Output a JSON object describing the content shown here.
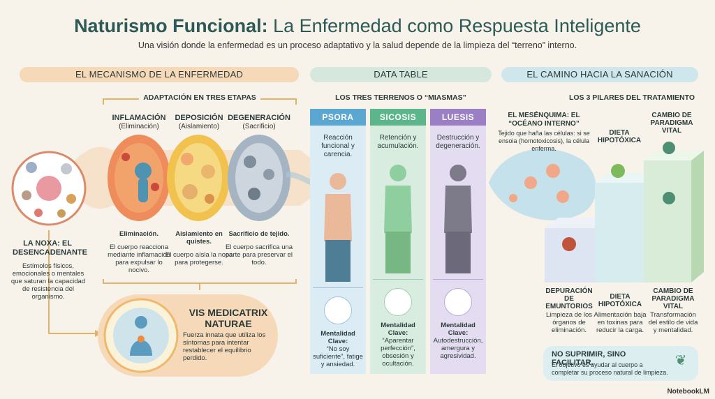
{
  "header": {
    "title_bold": "Naturismo Funcional:",
    "title_rest": " La Enfermedad como Respuesta Inteligente",
    "subtitle": "Una visión donde la enfermedad es un proceso adaptativo y la salud depende de la limpieza del “terreno” interno."
  },
  "sections": {
    "mechanism": "EL MECANISMO DE LA ENFERMEDAD",
    "table": "DATA TABLE",
    "healing": "EL CAMINO HACIA LA SANACIÓN"
  },
  "mechanism": {
    "stages_header": "ADAPTACIÓN EN TRES ETAPAS",
    "stages": [
      {
        "title": "INFLAMACIÓN",
        "sub": "(Eliminación)",
        "bold": "Eliminación.",
        "text": "El cuerpo reacciona mediante inflamación para expulsar lo nocivo."
      },
      {
        "title": "DEPOSICIÓN",
        "sub": "(Aislamiento)",
        "bold": "Aislamiento en quistes.",
        "text": "El cuerpo aísla la nosa para protegerse."
      },
      {
        "title": "DEGENERACIÓN",
        "sub": "(Sacrificio)",
        "bold": "Sacrificio de tejido.",
        "text": "El cuerpo sacrifica una parte para preservar el todo."
      }
    ],
    "noxa_title": "LA NOXA: EL DESENCADENANTE",
    "noxa_text": "Estímolos físicos, emocionales o mentales que saturan la capacidad de resistencia del organismo.",
    "vis_title": "VIS MEDICATRIX NATURAE",
    "vis_text": "Fuerza innata que utiliza los síntomas para intentar restablecer el equilibrio perdido."
  },
  "table": {
    "header": "LOS TRES TERRENOS O “MIASMAS”",
    "columns": [
      {
        "name": "PSORA",
        "color": "#5ba7d1",
        "desc": "Reacción funcional y carencia.",
        "mental_label": "Mentalidad Clave:",
        "mental": "“No soy suficiente”, fatige y ansiedad."
      },
      {
        "name": "SICOSIS",
        "color": "#5cb58b",
        "desc": "Retención y acumulación.",
        "mental_label": "Mentalidad Clave:",
        "mental": "“Aparentar perfección”, obsesión y ocultación."
      },
      {
        "name": "LUESIS",
        "color": "#9b7fc4",
        "desc": "Destrucción y degeneración.",
        "mental_label": "Mentalidad Clave:",
        "mental": "Autodestrucción, amergura y agresividad."
      }
    ]
  },
  "healing": {
    "pillars_header": "LOS 3 PILARES DEL TRATAMIENTO",
    "mesenquima_title": "EL MESÉNQUIMA: EL “OCÉANO INTERNO”",
    "mesenquima_text": "Tejido que haña las células: si se ensoia (homotoxicosis), la célula enferma.",
    "top_dieta": "DIETA HIPOTÓXICA",
    "top_cambio": "CAMBIO DE PARADIGMA VITAL",
    "pillars": [
      {
        "title": "DEPURACIÓN DE EMUNTORIOS",
        "text": "Limpieza de los órganos de eliminación."
      },
      {
        "title": "DIETA HIPOTÓXICA",
        "text": "Alimentación baja en toxinas para reducir la carga."
      },
      {
        "title": "CAMBIO DE PARADIGMA VITAL",
        "text": "Transformación del estilo de vida y mentalidad."
      }
    ],
    "callout_title": "NO SUPRIMIR, SINO FACILITAR.",
    "callout_text": "El objetivo es ayudar al cuerpo a completar su proceso natural de limpieza."
  },
  "footer": {
    "brand": "NotebookLM"
  }
}
